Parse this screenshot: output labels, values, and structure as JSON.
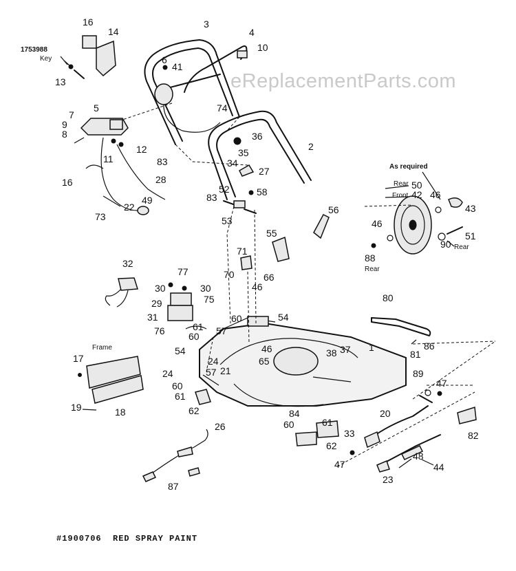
{
  "watermark": "eReplacementParts.com",
  "footer_text": "#1900706  RED SPRAY PAINT",
  "notes": {
    "key_part": "1753988",
    "key_word": "Key",
    "as_required": "As required",
    "frame": "Frame",
    "rear_50": "Rear",
    "front_42": "Front",
    "rear_90": "Rear",
    "rear_88": "Rear"
  },
  "callouts": [
    "1",
    "2",
    "3",
    "4",
    "5",
    "6",
    "7",
    "8",
    "9",
    "10",
    "11",
    "12",
    "13",
    "14",
    "16",
    "16",
    "17",
    "18",
    "19",
    "20",
    "21",
    "22",
    "23",
    "24",
    "24",
    "26",
    "27",
    "28",
    "29",
    "30",
    "30",
    "31",
    "32",
    "33",
    "34",
    "35",
    "36",
    "37",
    "38",
    "41",
    "42",
    "43",
    "44",
    "46",
    "46",
    "46",
    "46",
    "47",
    "47",
    "48",
    "49",
    "50",
    "51",
    "52",
    "53",
    "54",
    "54",
    "55",
    "56",
    "57",
    "57",
    "58",
    "60",
    "60",
    "60",
    "60",
    "61",
    "61",
    "61",
    "62",
    "62",
    "65",
    "66",
    "70",
    "71",
    "73",
    "74",
    "75",
    "76",
    "77",
    "80",
    "81",
    "82",
    "83",
    "83",
    "84",
    "86",
    "87",
    "88",
    "89",
    "90"
  ],
  "icons": {
    "handle_upper": "upper-handle-icon",
    "handle_lower": "lower-handle-icon",
    "wheel": "wheel-icon",
    "deck": "mower-deck-icon"
  }
}
